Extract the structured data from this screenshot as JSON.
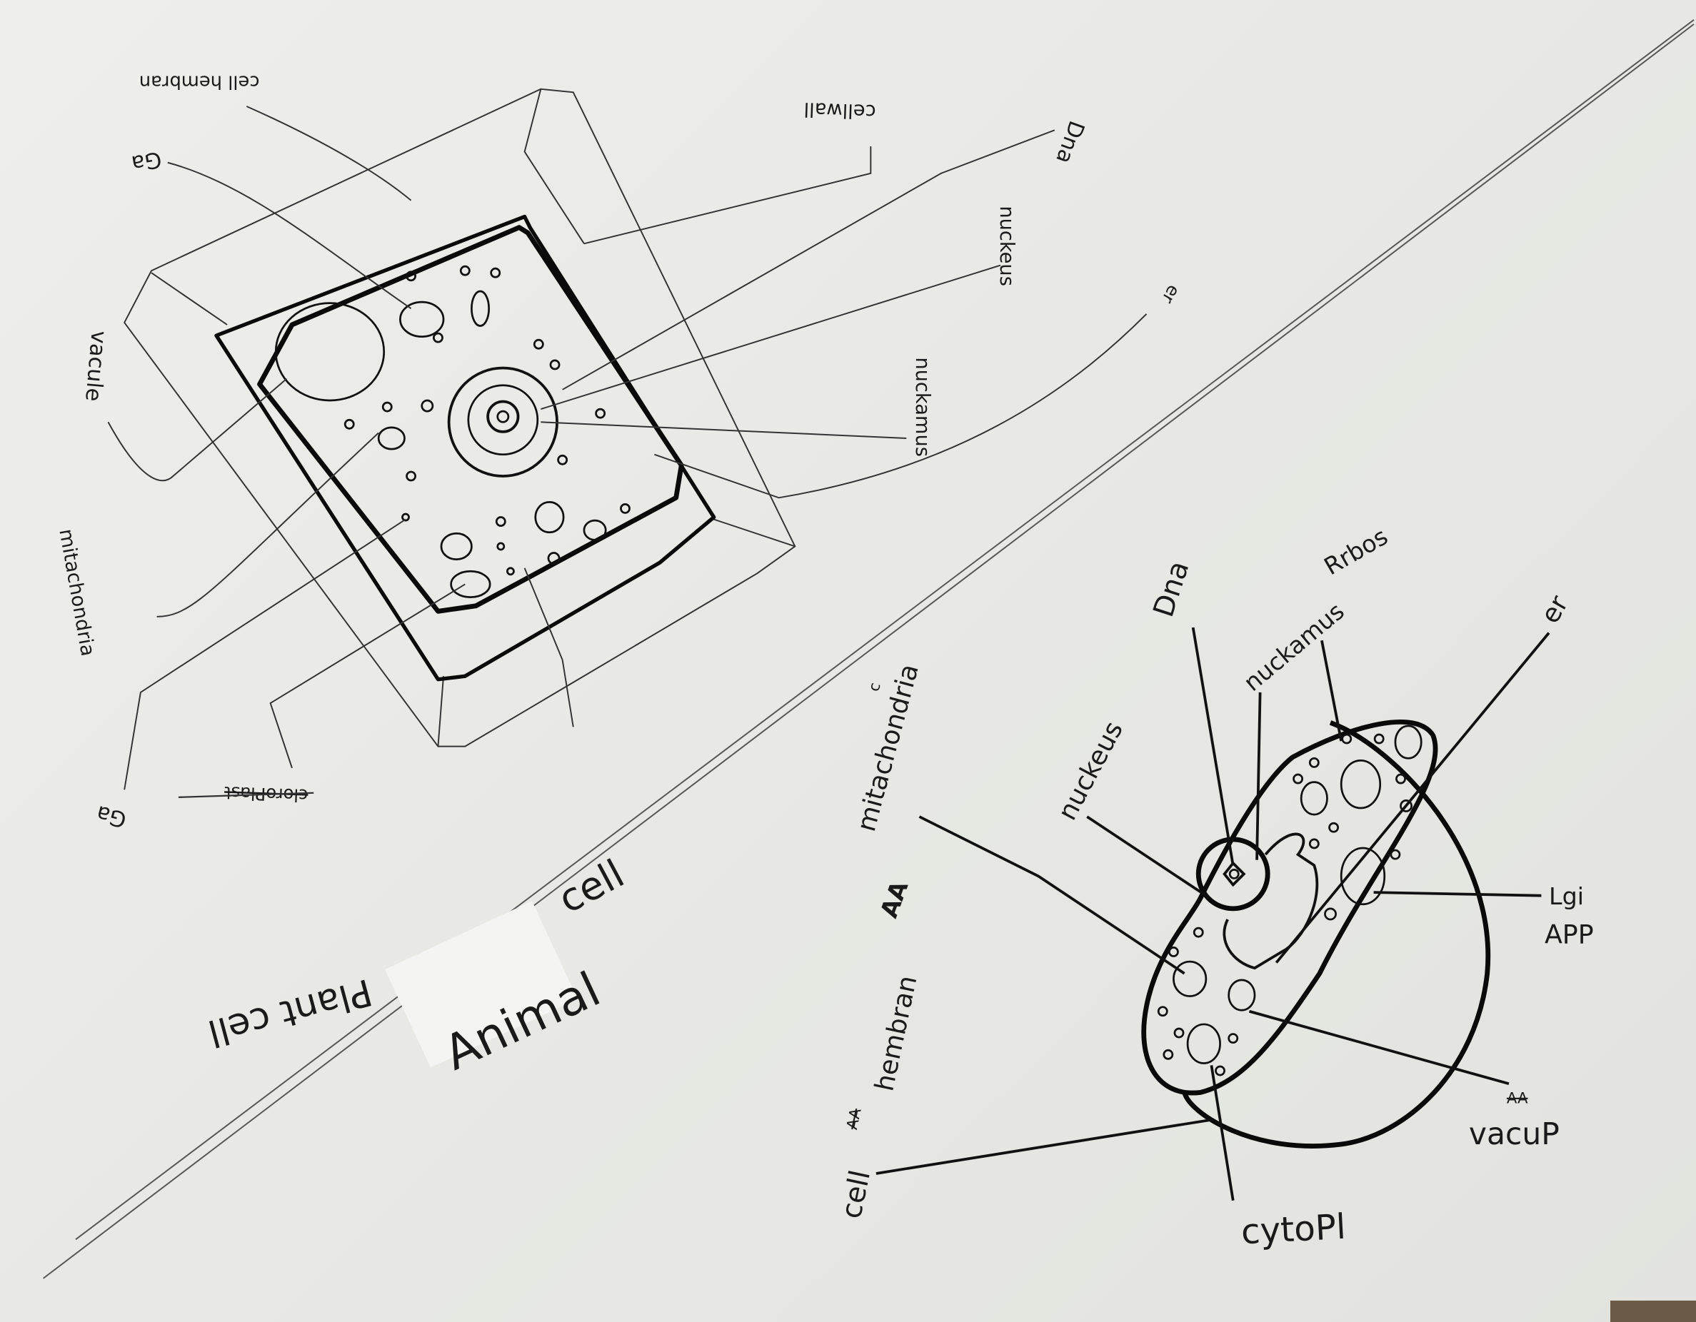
{
  "plant_cell": {
    "title": "Plant cell",
    "labels": {
      "cell_membrane": "cell hembran",
      "golgi_top": "Ga",
      "cell_wall": "cellwall",
      "dna": "Dna",
      "nucleus": "nuckeus",
      "er": "er",
      "nucleolus": "nuckamus",
      "vacuole": "vacule",
      "mitochondria": "mitachondria",
      "golgi_bottom": "Ga",
      "chloroplast_crossed": "cloroPlast"
    }
  },
  "animal_cell": {
    "title_top": "cell",
    "title_main": "Animal",
    "labels": {
      "dna": "Dna",
      "ribosomes": "Rrbos",
      "nucleolus": "nuckamus",
      "er": "er",
      "nucleus": "nuckeus",
      "mitochondria": "mitachondria",
      "mitochondria_insert": "c",
      "golgi_1": "Lgi",
      "golgi_2": "APP",
      "vacuole": "vacuP",
      "vacuole_crossed": "AA",
      "cell_membrane_1": "cell",
      "cell_membrane_crossed": "AA",
      "cell_membrane_2": "hembran",
      "cytoplasm": "cytoPl",
      "scribble": "AA"
    }
  }
}
